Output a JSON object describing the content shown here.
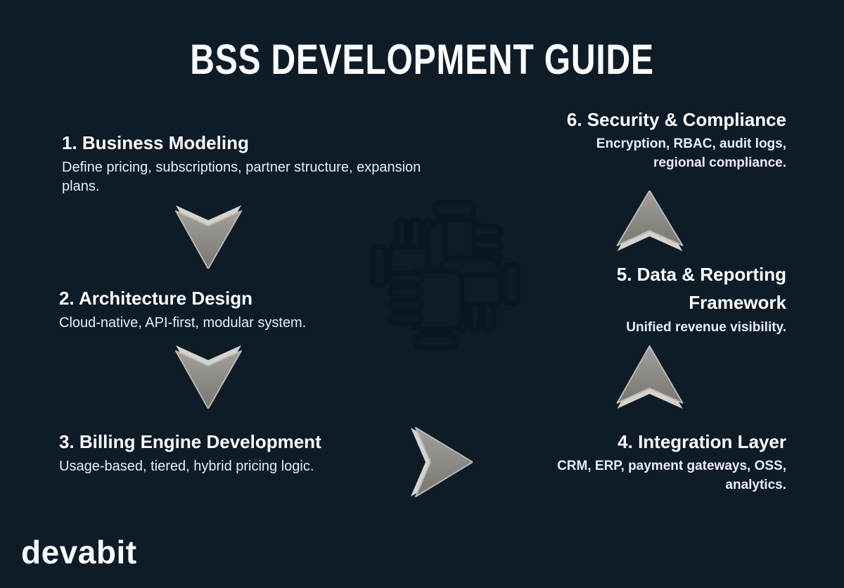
{
  "title": "BSS DEVELOPMENT GUIDE",
  "brand": "devabit",
  "colors": {
    "background": "#0e1c28",
    "heading_text": "#fdfdfe",
    "body_text": "#e8eef4",
    "arrow_body": "#8d8b87",
    "arrow_highlight": "#d6d3ce",
    "icon_outline": "#091623"
  },
  "steps": [
    {
      "number": 1,
      "title": "1. Business Modeling",
      "description": "Define pricing, subscriptions, partner structure, expansion plans.",
      "align": "left"
    },
    {
      "number": 2,
      "title": "2. Architecture Design",
      "description": "Cloud-native, API-first, modular system.",
      "align": "left"
    },
    {
      "number": 3,
      "title": "3. Billing Engine Development",
      "description": "Usage-based, tiered, hybrid pricing logic.",
      "align": "left"
    },
    {
      "number": 4,
      "title": "4. Integration Layer",
      "description": "CRM, ERP, payment gateways, OSS, analytics.",
      "align": "right"
    },
    {
      "number": 5,
      "title": "5. Data & Reporting Framework",
      "description": "Unified revenue visibility.",
      "align": "right"
    },
    {
      "number": 6,
      "title": "6. Security & Compliance",
      "description": "Encryption, RBAC, audit logs, regional compliance.",
      "align": "right"
    }
  ],
  "icons": {
    "center": "teamwork-hands",
    "flow_arrows": [
      "down",
      "down",
      "right",
      "up",
      "up"
    ]
  }
}
